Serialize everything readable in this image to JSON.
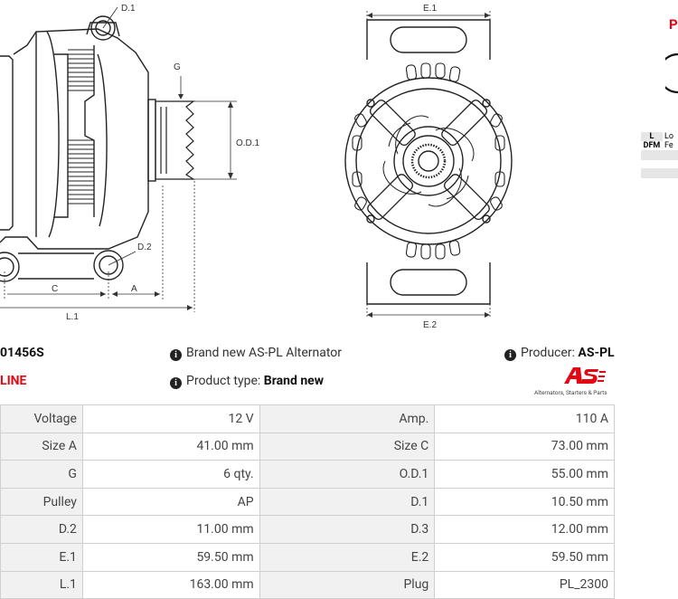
{
  "product": {
    "code_fragment": "01456S",
    "line_fragment": "LINE",
    "brand_prefix": "Brand new AS-PL Alternator",
    "type_prefix": "Product type:",
    "type_value": "Brand new",
    "producer_prefix": "Producer:",
    "producer_value": "AS-PL",
    "logo_tagline": "Alternators, Starters & Parts"
  },
  "drawing": {
    "labels": {
      "d1": "D.1",
      "g": "G",
      "od1": "O.D.1",
      "d2": "D.2",
      "c": "C",
      "a": "A",
      "l1": "L.1",
      "e1": "E.1",
      "e2": "E.2"
    }
  },
  "side_panel": {
    "title_fragment": "P",
    "header_l": "L",
    "header_frag": "Lo",
    "row_dfm": "DFM",
    "row_frag": "Fe"
  },
  "specs": [
    {
      "label1": "Voltage",
      "value1": "12 V",
      "label2": "Amp.",
      "value2": "110 A"
    },
    {
      "label1": "Size A",
      "value1": "41.00 mm",
      "label2": "Size C",
      "value2": "73.00 mm"
    },
    {
      "label1": "G",
      "value1": "6 qty.",
      "label2": "O.D.1",
      "value2": "55.00 mm"
    },
    {
      "label1": "Pulley",
      "value1": "AP",
      "label2": "D.1",
      "value2": "10.50 mm"
    },
    {
      "label1": "D.2",
      "value1": "11.00 mm",
      "label2": "D.3",
      "value2": "12.00 mm"
    },
    {
      "label1": "E.1",
      "value1": "59.50 mm",
      "label2": "E.2",
      "value2": "59.50 mm"
    },
    {
      "label1": "L.1",
      "value1": "163.00 mm",
      "label2": "Plug",
      "value2": "PL_2300"
    }
  ],
  "colors": {
    "accent_red": "#e30613",
    "line": "#222222",
    "label_bg": "#f1f1f1",
    "border": "#cfcfcf"
  }
}
